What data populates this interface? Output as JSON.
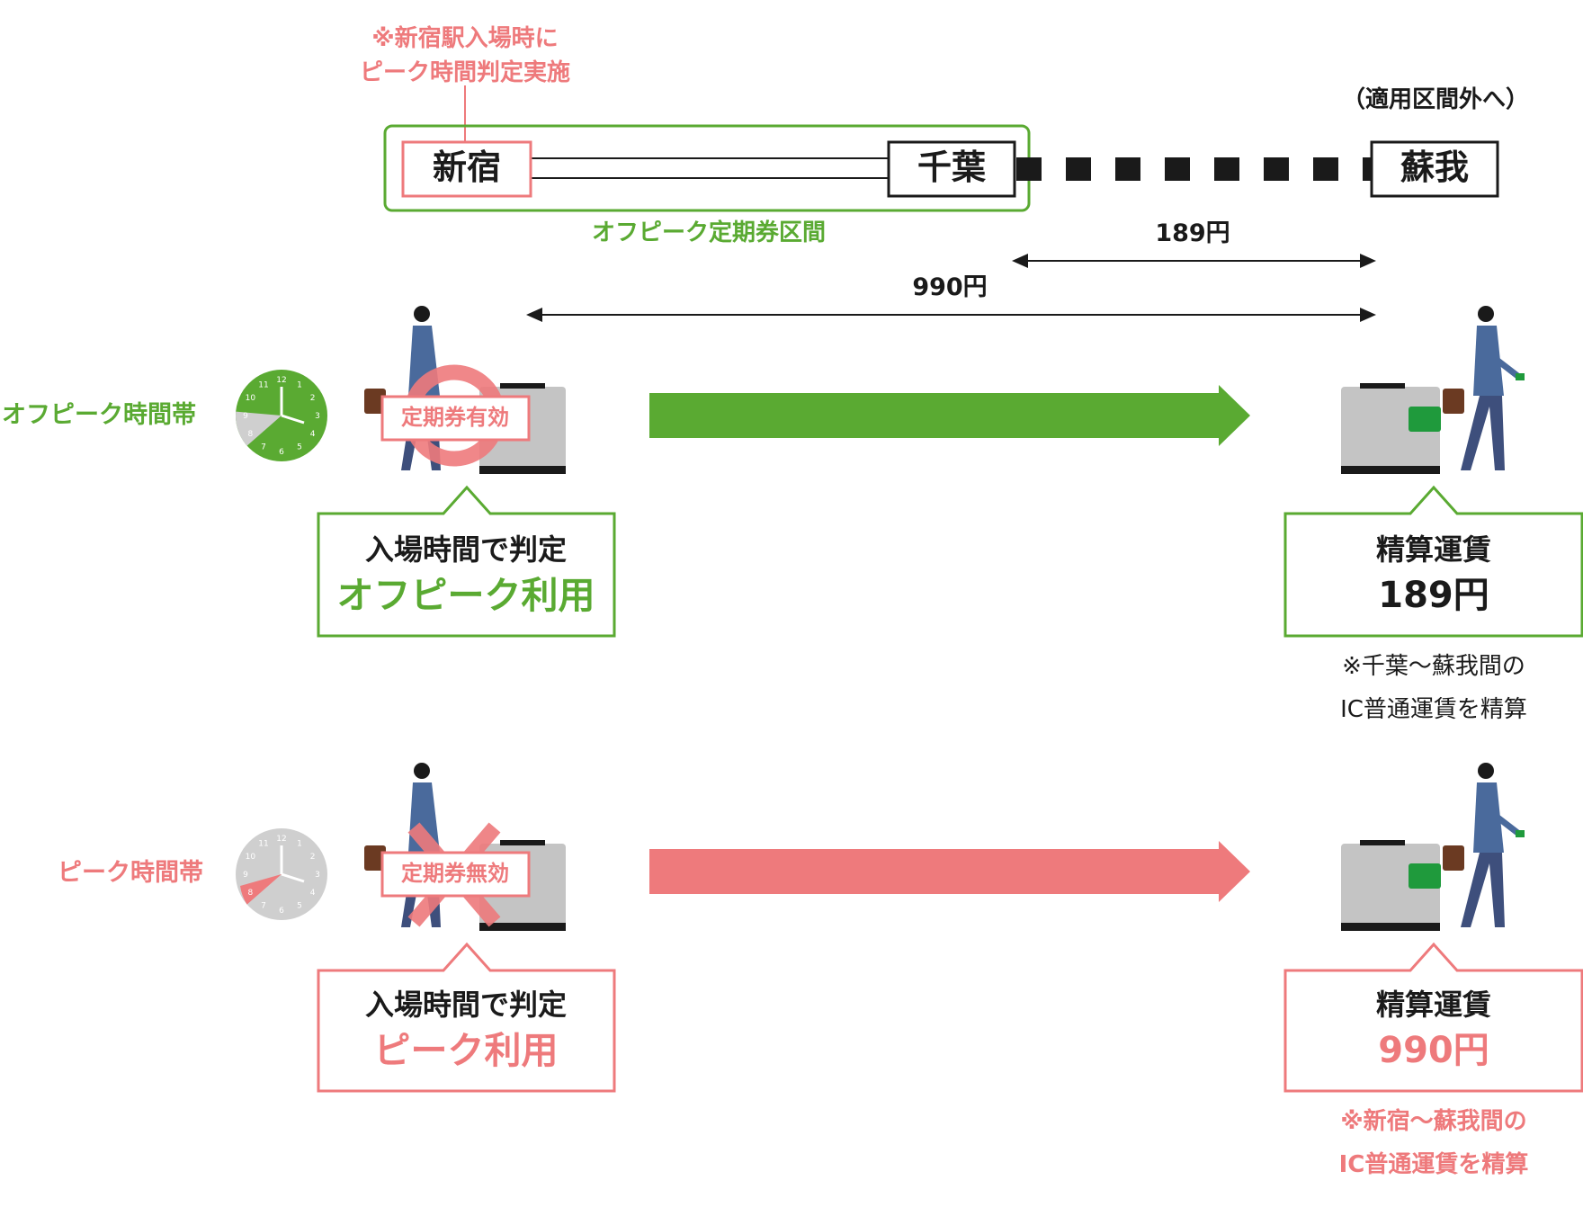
{
  "colors": {
    "green": "#5aaa32",
    "pink": "#ee7a7c",
    "dark": "#1a1a1a",
    "clock_gray": "#cfcfcf",
    "gate_gray": "#c4c4c4",
    "card_green": "#1f9a3c",
    "suit": "#4a6a9c"
  },
  "route": {
    "note_line1": "※新宿駅入場時に",
    "note_line2": "ピーク時間判定実施",
    "outside_label": "（適用区間外へ）",
    "station_shinjuku": "新宿",
    "station_chiba": "千葉",
    "station_soga": "蘇我",
    "offpeak_section_label": "オフピーク定期券区間",
    "fare_chiba_soga": "189円",
    "fare_shinjuku_soga": "990円"
  },
  "offpeak": {
    "time_label": "オフピーク時間帯",
    "pass_status": "定期券有効",
    "judge_line1": "入場時間で判定",
    "judge_line2": "オフピーク利用",
    "settle_title": "精算運賃",
    "settle_amount": "189円",
    "note_line1": "※千葉～蘇我間の",
    "note_line2": "IC普通運賃を精算"
  },
  "peak": {
    "time_label": "ピーク時間帯",
    "pass_status": "定期券無効",
    "judge_line1": "入場時間で判定",
    "judge_line2": "ピーク利用",
    "settle_title": "精算運賃",
    "settle_amount": "990円",
    "note_line1": "※新宿～蘇我間の",
    "note_line2": "IC普通運賃を精算"
  },
  "clock_numbers": [
    "12",
    "1",
    "2",
    "3",
    "4",
    "5",
    "6",
    "7",
    "8",
    "9",
    "10",
    "11"
  ]
}
